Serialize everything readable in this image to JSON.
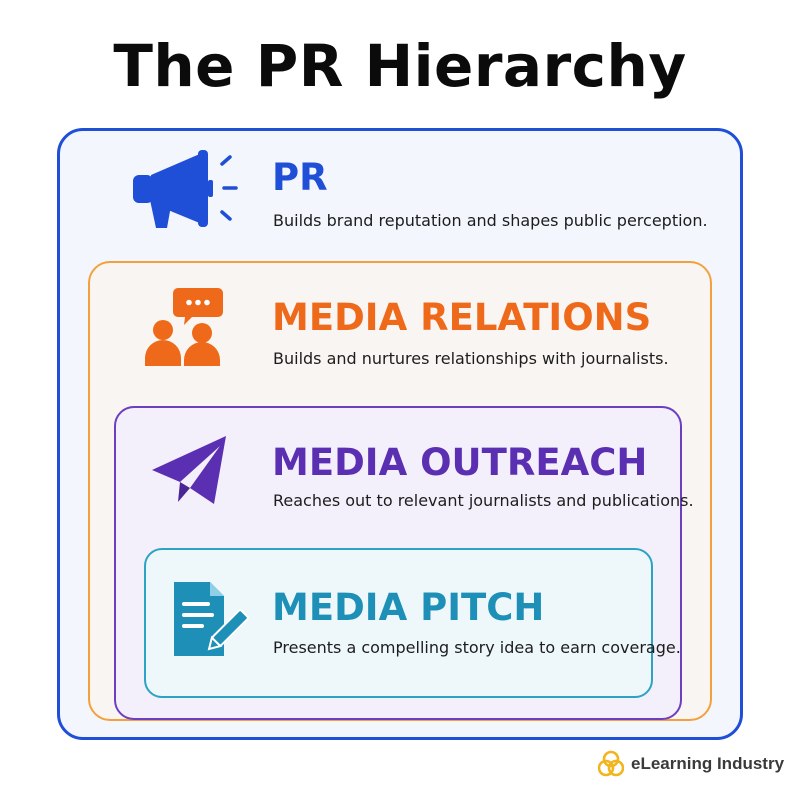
{
  "title": "The PR Hierarchy",
  "levels": [
    {
      "heading": "PR",
      "description": "Builds brand reputation and shapes public perception.",
      "icon": "megaphone-icon",
      "color": "#1f4fd6"
    },
    {
      "heading": "MEDIA RELATIONS",
      "description": "Builds and nurtures relationships with journalists.",
      "icon": "people-chat-icon",
      "color": "#ee6a1a"
    },
    {
      "heading": "MEDIA OUTREACH",
      "description": "Reaches out to relevant journalists and publications.",
      "icon": "paper-plane-icon",
      "color": "#5b2fb2"
    },
    {
      "heading": "MEDIA PITCH",
      "description": "Presents a compelling story idea to earn coverage.",
      "icon": "document-pen-icon",
      "color": "#1e90b8"
    }
  ],
  "brand": {
    "name": "eLearning Industry",
    "icon": "elearning-industry-logo-icon",
    "color": "#f2b51d"
  }
}
